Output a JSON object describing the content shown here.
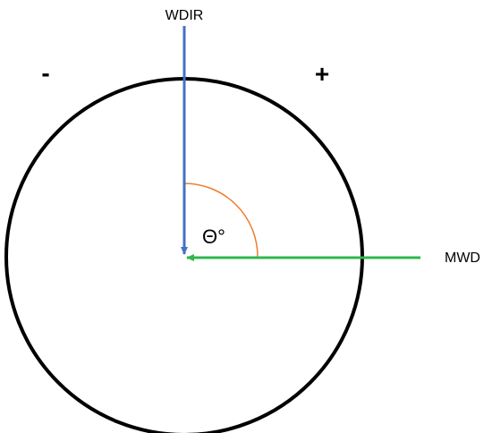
{
  "labels": {
    "wdir": "WDIR",
    "mwd": "MWD",
    "theta": "Θ°",
    "minus": "-",
    "plus": "+"
  },
  "colors": {
    "circle": "#000000",
    "wdir_arrow": "#4472C4",
    "mwd_arrow": "#2EB84B",
    "angle_arc": "#ED7D31"
  }
}
